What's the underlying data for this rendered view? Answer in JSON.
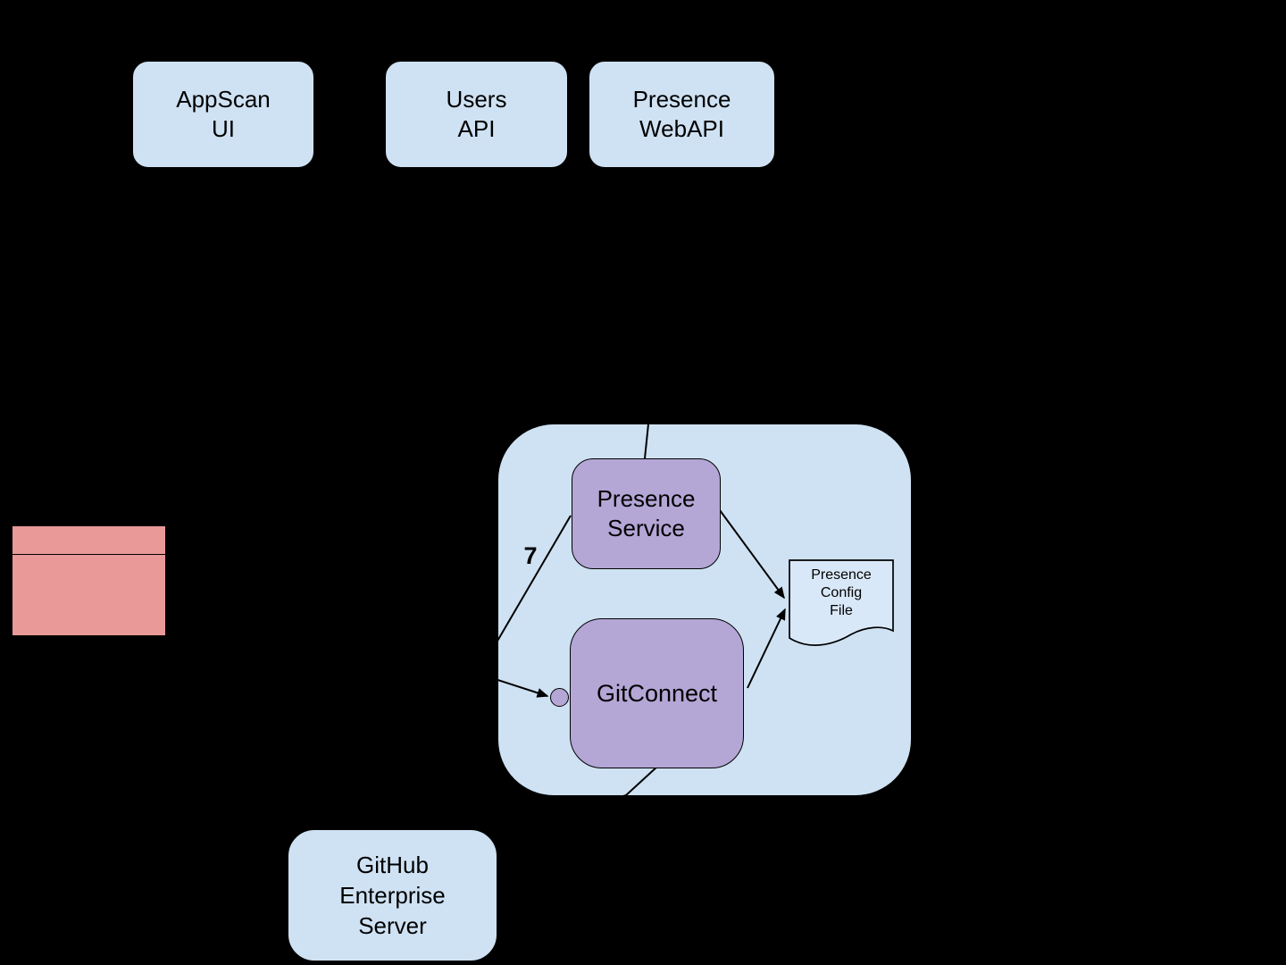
{
  "colors": {
    "background": "#000000",
    "light_blue_fill": "#cfe2f3",
    "purple_fill": "#b4a7d6",
    "pink_fill": "#ea9999",
    "document_fill": "#d9e8f8",
    "line_stroke": "#000000",
    "text": "#000000"
  },
  "nodes": {
    "appscan": {
      "line1": "AppScan",
      "line2": "UI"
    },
    "users_api": {
      "line1": "Users",
      "line2": "API"
    },
    "presence_webapi": {
      "line1": "Presence",
      "line2": "WebAPI"
    },
    "presence_service": {
      "line1": "Presence",
      "line2": "Service"
    },
    "gitconnect": {
      "label": "GitConnect"
    },
    "presence_config_file": {
      "line1": "Presence",
      "line2": "Config",
      "line3": "File"
    },
    "github_enterprise": {
      "line1": "GitHub",
      "line2": "Enterprise",
      "line3": "Server"
    }
  },
  "edges": {
    "seven_label": "7"
  }
}
